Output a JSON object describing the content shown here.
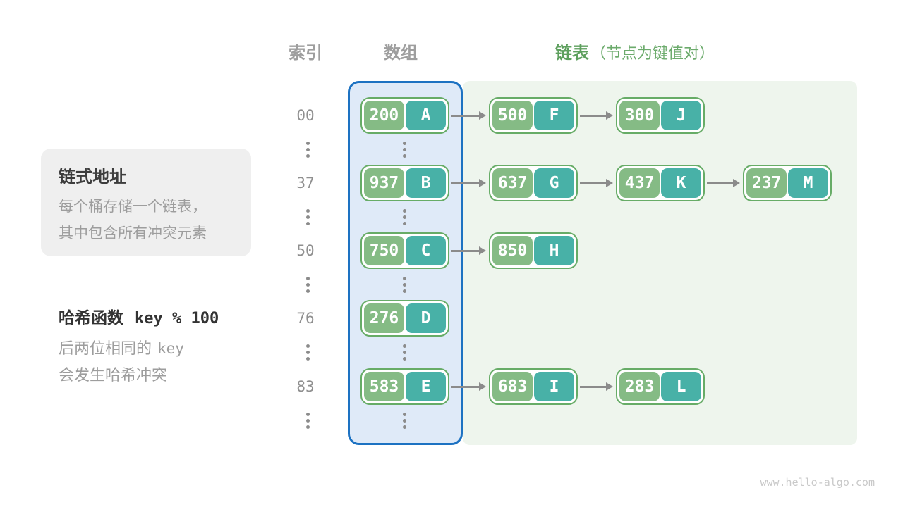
{
  "headers": {
    "index": "索引",
    "array": "数组",
    "list": "链表",
    "list_note": "（节点为键值对）"
  },
  "annotation_card": {
    "title": "链式地址",
    "line1": "每个桶存储一个链表，",
    "line2": "其中包含所有冲突元素"
  },
  "hash_note": {
    "title_text": "哈希函数",
    "title_code": "key % 100",
    "line1_text": "后两位相同的",
    "line1_code": "key",
    "line2": "会发生哈希冲突"
  },
  "table": {
    "rows": [
      {
        "index": "00",
        "nodes": [
          {
            "key": "200",
            "value": "A"
          },
          {
            "key": "500",
            "value": "F"
          },
          {
            "key": "300",
            "value": "J"
          }
        ]
      },
      {
        "index": "37",
        "nodes": [
          {
            "key": "937",
            "value": "B"
          },
          {
            "key": "637",
            "value": "G"
          },
          {
            "key": "437",
            "value": "K"
          },
          {
            "key": "237",
            "value": "M"
          }
        ]
      },
      {
        "index": "50",
        "nodes": [
          {
            "key": "750",
            "value": "C"
          },
          {
            "key": "850",
            "value": "H"
          }
        ]
      },
      {
        "index": "76",
        "nodes": [
          {
            "key": "276",
            "value": "D"
          }
        ]
      },
      {
        "index": "83",
        "nodes": [
          {
            "key": "583",
            "value": "E"
          },
          {
            "key": "683",
            "value": "I"
          },
          {
            "key": "283",
            "value": "L"
          }
        ]
      }
    ]
  },
  "watermark": "www.hello-algo.com",
  "colors": {
    "node_key_green": "#85bb85",
    "node_value_teal": "#48b1a7",
    "node_border_green": "#67ac67",
    "array_panel_fill": "#dfeaf8",
    "array_panel_border": "#1d72c2",
    "list_panel_fill": "#eef5ed",
    "list_header_green": "#5ea05e",
    "header_gray": "#9e9e9e",
    "arrow_gray": "#8b8b8b"
  }
}
